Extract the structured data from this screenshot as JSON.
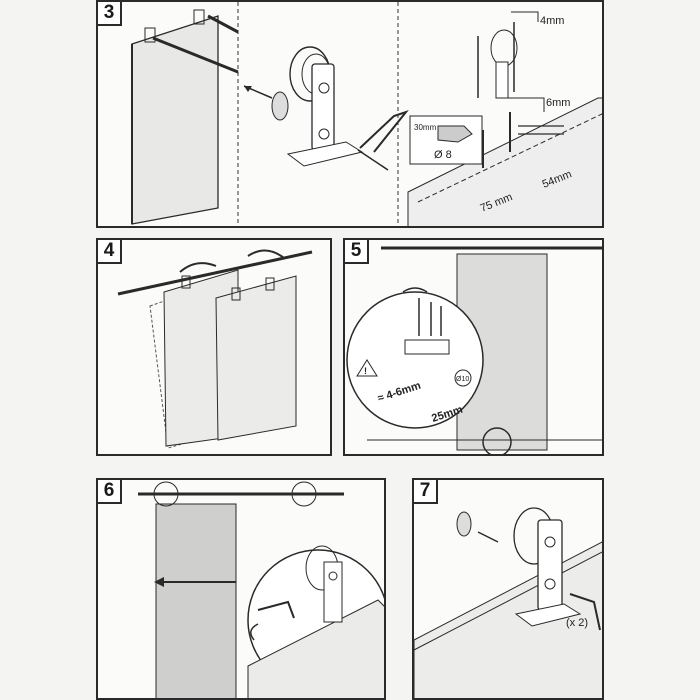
{
  "steps": {
    "s3": {
      "number": "3",
      "screw_top_label": "4mm",
      "screw_bottom_label": "6mm",
      "drill_depth_label": "30mm",
      "drill_diameter_label": "Ø 8",
      "offset_75_label": "75 mm",
      "offset_54_label": "54mm"
    },
    "s4": {
      "number": "4"
    },
    "s5": {
      "number": "5",
      "drill_label": "Ø10",
      "clearance_label": "≈ 4-6mm",
      "offset_label": "25mm"
    },
    "s6": {
      "number": "6"
    },
    "s7": {
      "number": "7",
      "count_label": "(x 2)"
    }
  },
  "colors": {
    "line": "#2a2a2a",
    "door_fill": "#e6e6e4",
    "door_dark": "#cfcfcd"
  }
}
